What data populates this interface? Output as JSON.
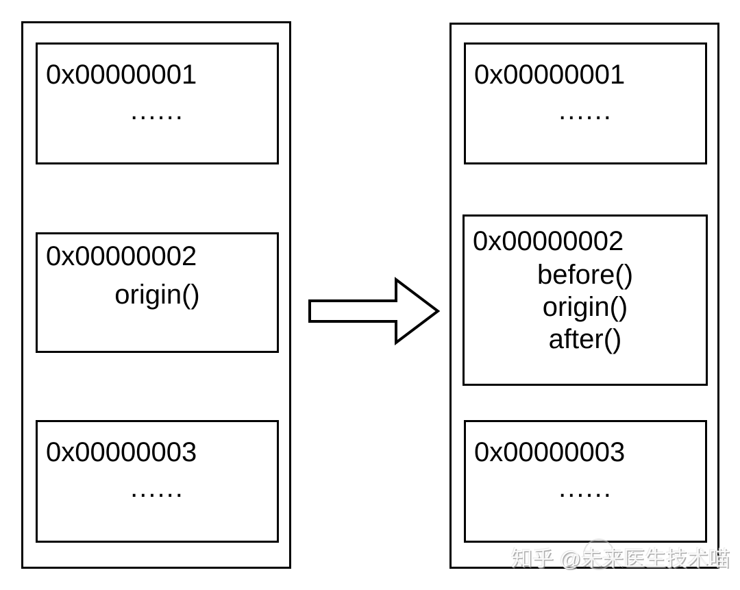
{
  "diagram": {
    "left": {
      "blocks": [
        {
          "address": "0x00000001",
          "lines": [
            "......"
          ]
        },
        {
          "address": "0x00000002",
          "lines": [
            "origin()"
          ]
        },
        {
          "address": "0x00000003",
          "lines": [
            "......"
          ]
        }
      ]
    },
    "right": {
      "blocks": [
        {
          "address": "0x00000001",
          "lines": [
            "......"
          ]
        },
        {
          "address": "0x00000002",
          "lines": [
            "before()",
            "origin()",
            "after()"
          ]
        },
        {
          "address": "0x00000003",
          "lines": [
            "......"
          ]
        }
      ]
    },
    "arrow": {
      "name": "right-arrow",
      "direction": "right"
    },
    "colors": {
      "stroke": "#000000",
      "background": "#ffffff",
      "watermark_gray": "#b5b5b5"
    }
  },
  "watermark": {
    "text": "知乎 @未来医生技术喵"
  }
}
